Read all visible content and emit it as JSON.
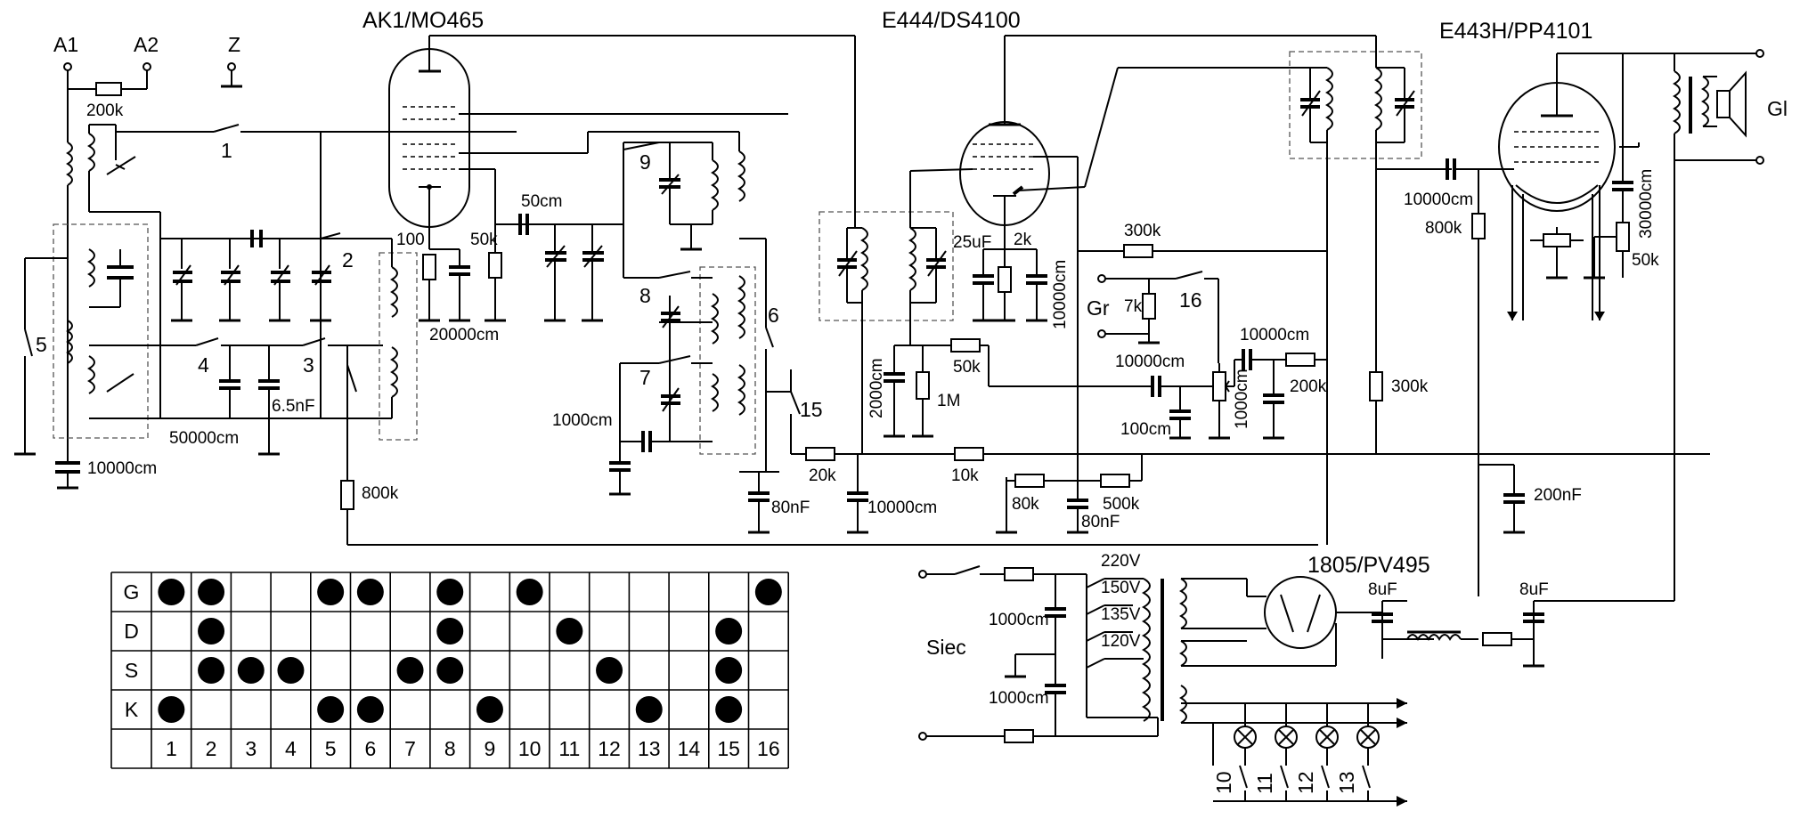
{
  "tubes": {
    "mixer": "AK1/MO465",
    "if_amp": "E444/DS4100",
    "output": "E443H/PP4101",
    "rectifier": "1805/PV495"
  },
  "terminals": {
    "a1": "A1",
    "a2": "A2",
    "z": "Z",
    "gr": "Gr",
    "gl": "Gl",
    "siec": "Siec"
  },
  "switches": [
    "1",
    "2",
    "3",
    "4",
    "5",
    "6",
    "7",
    "8",
    "9",
    "15",
    "16"
  ],
  "lamp_switches": [
    "10",
    "11",
    "12",
    "13"
  ],
  "components": {
    "r_200k": "200k",
    "r_800k": "800k",
    "r_100": "100",
    "r_50k_a": "50k",
    "c_20000": "20000cm",
    "c_50cm": "50cm",
    "c_10000_a": "10000cm",
    "c_50000": "50000cm",
    "c_6_5": "6.5nF",
    "c_1000": "1000cm",
    "c_80nf_a": "80nF",
    "r_20k": "20k",
    "c_10000_b": "10000cm",
    "r_10k": "10k",
    "r_80k": "80k",
    "c_80nf_b": "80nF",
    "r_500k": "500k",
    "c_25uf": "25uF",
    "r_2k": "2k",
    "c_10000_v": "10000cm",
    "r_300k_a": "300k",
    "r_7k": "7k",
    "c_2000": "2000cm",
    "r_1m": "1M",
    "r_50k_b": "50k",
    "c_10000_c": "10000cm",
    "c_10000_d": "10000cm",
    "r_200k_b": "200k",
    "c_100": "100cm",
    "c_1000_v": "1000cm",
    "r_300k_b": "300k",
    "c_10000_e": "10000cm",
    "r_800k_b": "800k",
    "c_30000": "30000cm",
    "r_50k_c": "50k",
    "c_200nf": "200nF",
    "tap_220": "220V",
    "tap_150": "150V",
    "tap_135": "135V",
    "tap_120": "120V",
    "c_1000_p1": "1000cm",
    "c_1000_p2": "1000cm",
    "c_8uf_a": "8uF",
    "c_8uf_b": "8uF"
  },
  "switch_table": {
    "rows": [
      "G",
      "D",
      "S",
      "K"
    ],
    "columns": [
      "1",
      "2",
      "3",
      "4",
      "5",
      "6",
      "7",
      "8",
      "9",
      "10",
      "11",
      "12",
      "13",
      "14",
      "15",
      "16"
    ],
    "closed": {
      "G": [
        1,
        2,
        5,
        6,
        8,
        10,
        16
      ],
      "D": [
        2,
        8,
        11,
        15
      ],
      "S": [
        2,
        3,
        4,
        7,
        8,
        12,
        15
      ],
      "K": [
        1,
        5,
        6,
        9,
        13,
        15
      ]
    }
  }
}
